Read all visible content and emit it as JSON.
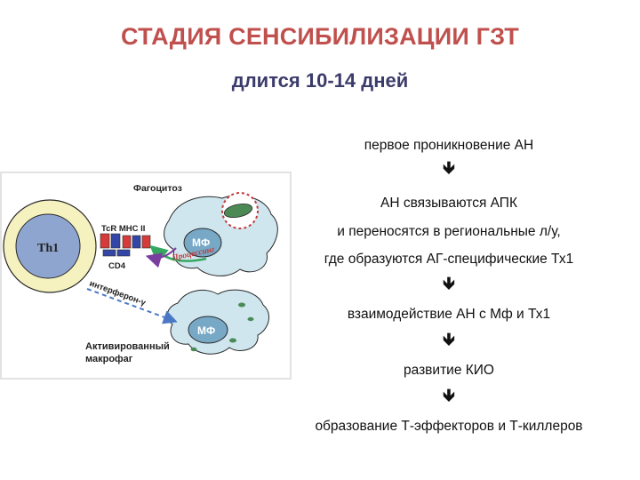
{
  "title": "СТАДИЯ СЕНСИБИЛИЗАЦИИ ГЗТ",
  "subtitle": "длится  10-14 дней",
  "flow": {
    "step1": "первое проникновение АН",
    "step2_line1": "АН связываются АПК",
    "step2_line2": "и переносятся в региональные л/у,",
    "step2_line3": "где образуются АГ-специфические Тх1",
    "step3": "взаимодействие АН с Мф и Тх1",
    "step4": "развитие КИО",
    "step5": "образование Т-эффекторов и Т-киллеров",
    "arrow_glyph": "🡻"
  },
  "diagram": {
    "phagocytosis": "Фагоцитоз",
    "th1": "Th1",
    "tcr_mhc": "TcR MHC II",
    "cd4": "CD4",
    "mf_top": "МФ",
    "processing": "Процессинг",
    "interferon": "интерферон-γ",
    "mf_bottom": "МФ",
    "activated_line1": "Активированный",
    "activated_line2": "макрофаг",
    "colors": {
      "cell_fill": "#cfe6ef",
      "th1_ring": "#f6f2c0",
      "th1_core": "#8ea5cf",
      "nucleus": "#77a8c6",
      "bacterium": "#4b8a55",
      "receptor_red": "#d63b3b",
      "receptor_blue": "#3346a8",
      "arrow_green": "#35a860",
      "arrow_purple": "#7a3f9e",
      "dashed": "#4a78c5"
    }
  }
}
